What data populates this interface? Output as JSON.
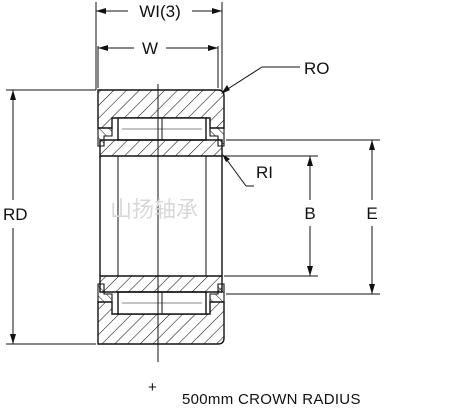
{
  "labels": {
    "wi": "WI(3)",
    "w": "W",
    "ro": "RO",
    "ri": "RI",
    "rd": "RD",
    "b": "B",
    "e": "E"
  },
  "watermark": "山扬轴承",
  "note": {
    "symbol": "+",
    "text": "500mm CROWN RADIUS"
  }
}
